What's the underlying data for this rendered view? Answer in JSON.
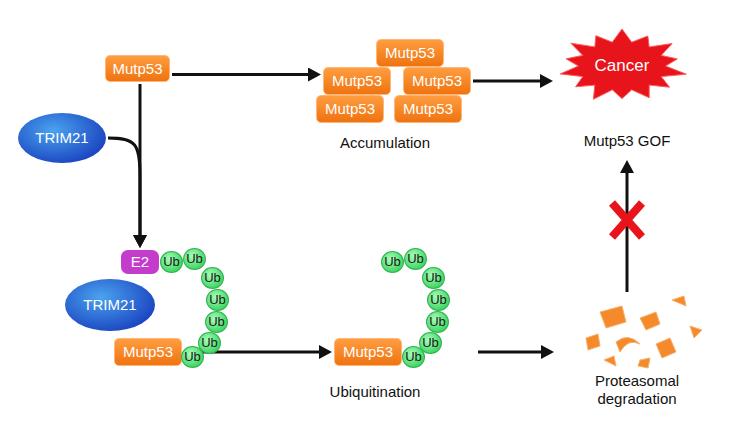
{
  "diagram": {
    "nodes": [
      {
        "text": [
          "Mutp53"
        ]
      },
      {
        "text": [
          "TRIM21"
        ]
      },
      {
        "text": [
          "Mutp53"
        ]
      },
      {
        "text": [
          "Mutp53"
        ]
      },
      {
        "text": [
          "Mutp53"
        ]
      },
      {
        "text": [
          "Mutp53"
        ]
      },
      {
        "text": [
          "Mutp53"
        ]
      },
      {
        "text": [
          "Cancer"
        ]
      },
      {
        "text": [
          "E2"
        ]
      },
      {
        "text": [
          "TRIM21"
        ]
      },
      {
        "text": [
          "Mutp53"
        ]
      },
      {
        "text": [
          "Ub"
        ]
      },
      {
        "text": [
          "Ub"
        ]
      },
      {
        "text": [
          "Ub"
        ]
      },
      {
        "text": [
          "Ub"
        ]
      },
      {
        "text": [
          "Ub"
        ]
      },
      {
        "text": [
          "Ub"
        ]
      },
      {
        "text": [
          "Ub"
        ]
      },
      {
        "text": [
          "Mutp53"
        ]
      },
      {
        "text": [
          "Ub"
        ]
      },
      {
        "text": [
          "Ub"
        ]
      },
      {
        "text": [
          "Ub"
        ]
      },
      {
        "text": [
          "Ub"
        ]
      },
      {
        "text": [
          "Ub"
        ]
      },
      {
        "text": [
          "Ub"
        ]
      },
      {
        "text": [
          "Ub"
        ]
      }
    ],
    "edges": [
      {
        "from": 0,
        "to": 3,
        "arrow": "to"
      },
      {
        "from": 4,
        "to": 7,
        "arrow": "to"
      },
      {
        "from": 0,
        "to": 8,
        "arrow": "to"
      },
      {
        "from": 1,
        "to": 8,
        "arrow": "to"
      },
      {
        "from": 10,
        "to": 18,
        "arrow": "to"
      }
    ],
    "labels": [
      "Accumulation",
      "Mutp53 GOF",
      "Ubiquitination",
      "Proteasomal degradation"
    ]
  }
}
